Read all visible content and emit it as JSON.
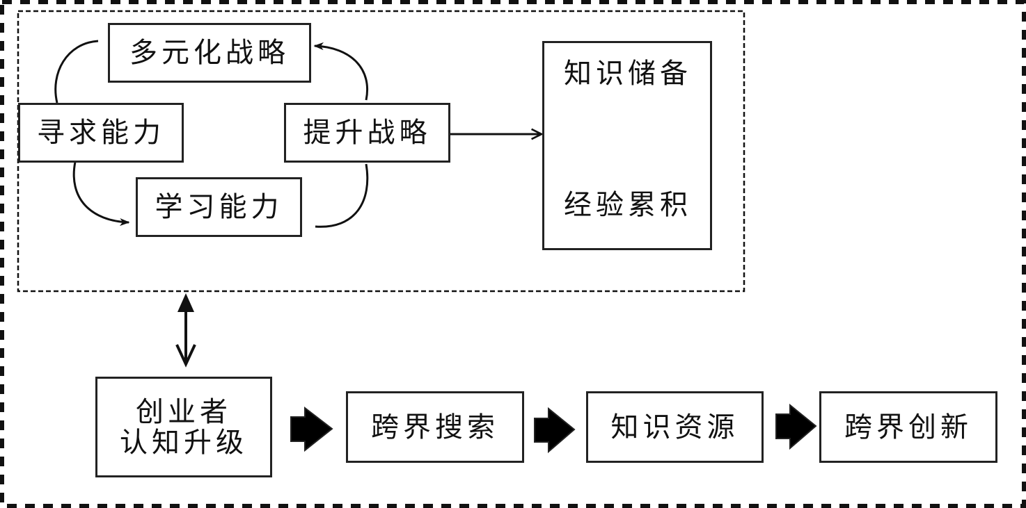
{
  "diagram": {
    "outer_frame": "outer-dashed-frame",
    "inner_group": {
      "cycle_nodes": {
        "diversified_strategy": "多元化战略",
        "seeking_ability": "寻求能力",
        "learning_ability": "学习能力",
        "upgrade_strategy": "提升战略"
      },
      "knowledge_box": {
        "line1": "知识储备",
        "line2": "经验累积"
      }
    },
    "flow": {
      "entrepreneur_line1": "创业者",
      "entrepreneur_line2": "认知升级",
      "cross_search": "跨界搜索",
      "knowledge_resources": "知识资源",
      "cross_innovation": "跨界创新"
    },
    "edges": [
      {
        "from": "多元化战略",
        "to": "寻求能力",
        "style": "curve-no-head"
      },
      {
        "from": "寻求能力",
        "to": "学习能力",
        "style": "curve-arrow"
      },
      {
        "from": "学习能力",
        "to": "提升战略",
        "style": "curve-no-head"
      },
      {
        "from": "提升战略",
        "to": "多元化战略",
        "style": "curve-arrow"
      },
      {
        "from": "提升战略",
        "to": "知识储备/经验累积",
        "style": "straight-arrow"
      },
      {
        "from": "inner-group",
        "to": "创业者认知升级",
        "style": "double-arrow"
      },
      {
        "from": "创业者认知升级",
        "to": "跨界搜索",
        "style": "block-arrow"
      },
      {
        "from": "跨界搜索",
        "to": "知识资源",
        "style": "block-arrow"
      },
      {
        "from": "知识资源",
        "to": "跨界创新",
        "style": "block-arrow"
      }
    ]
  }
}
